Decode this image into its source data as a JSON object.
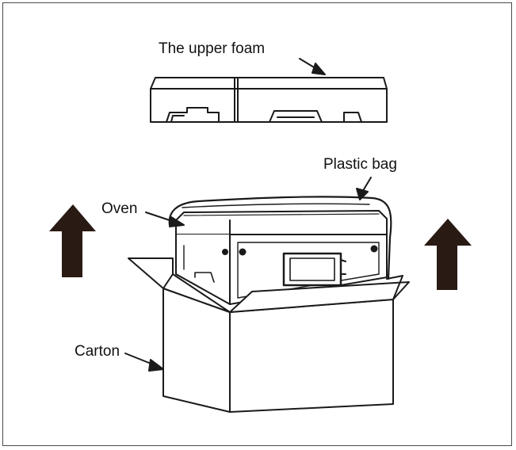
{
  "labels": {
    "upper_foam": "The upper foam",
    "plastic_bag": "Plastic bag",
    "oven": "Oven",
    "carton": "Carton"
  },
  "arrows": {
    "left": "up-arrow-icon",
    "right": "up-arrow-icon",
    "color": "#2a1a14"
  },
  "colors": {
    "line": "#1a1a1a",
    "frame": "#4a4a4a",
    "background": "#ffffff"
  }
}
